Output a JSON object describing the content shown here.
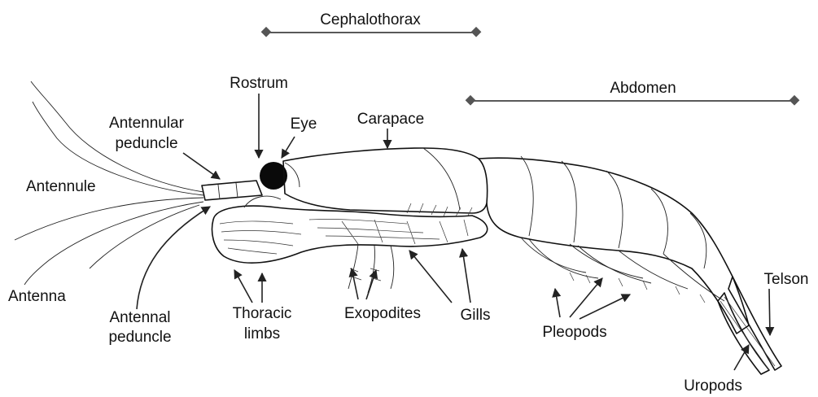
{
  "regions": {
    "cephalothorax": "Cephalothorax",
    "abdomen": "Abdomen"
  },
  "labels": {
    "rostrum": "Rostrum",
    "eye": "Eye",
    "carapace": "Carapace",
    "antennular_peduncle_1": "Antennular",
    "antennular_peduncle_2": "peduncle",
    "antennule": "Antennule",
    "antenna": "Antenna",
    "antennal_peduncle_1": "Antennal",
    "antennal_peduncle_2": "peduncle",
    "thoracic_limbs_1": "Thoracic",
    "thoracic_limbs_2": "limbs",
    "exopodites": "Exopodites",
    "gills": "Gills",
    "pleopods": "Pleopods",
    "telson": "Telson",
    "uropods": "Uropods"
  },
  "colors": {
    "ink": "#111111",
    "background": "#ffffff"
  }
}
